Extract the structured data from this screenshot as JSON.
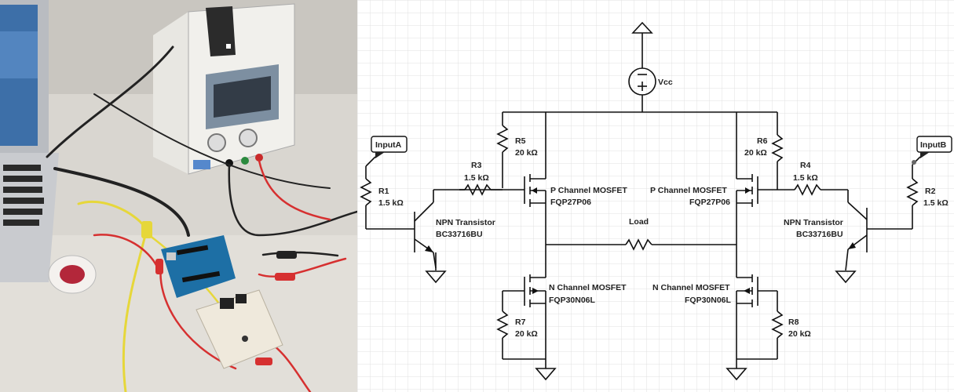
{
  "photo": {
    "description_icon": "lab-bench-photo"
  },
  "schematic": {
    "vcc_label": "Vcc",
    "inputA_label": "InputA",
    "inputB_label": "InputB",
    "load_label": "Load",
    "r1": {
      "name": "R1",
      "value": "1.5 kΩ"
    },
    "r2": {
      "name": "R2",
      "value": "1.5 kΩ"
    },
    "r3": {
      "name": "R3",
      "value": "1.5 kΩ"
    },
    "r4": {
      "name": "R4",
      "value": "1.5 kΩ"
    },
    "r5": {
      "name": "R5",
      "value": "20 kΩ"
    },
    "r6": {
      "name": "R6",
      "value": "20 kΩ"
    },
    "r7": {
      "name": "R7",
      "value": "20 kΩ"
    },
    "r8": {
      "name": "R8",
      "value": "20 kΩ"
    },
    "npn_left": {
      "type": "NPN Transistor",
      "part": "BC33716BU"
    },
    "npn_right": {
      "type": "NPN Transistor",
      "part": "BC33716BU"
    },
    "pmos_left": {
      "type": "P Channel MOSFET",
      "part": "FQP27P06"
    },
    "pmos_right": {
      "type": "P Channel MOSFET",
      "part": "FQP27P06"
    },
    "nmos_left": {
      "type": "N Channel MOSFET",
      "part": "FQP30N06L"
    },
    "nmos_right": {
      "type": "N Channel MOSFET",
      "part": "FQP30N06L"
    }
  }
}
